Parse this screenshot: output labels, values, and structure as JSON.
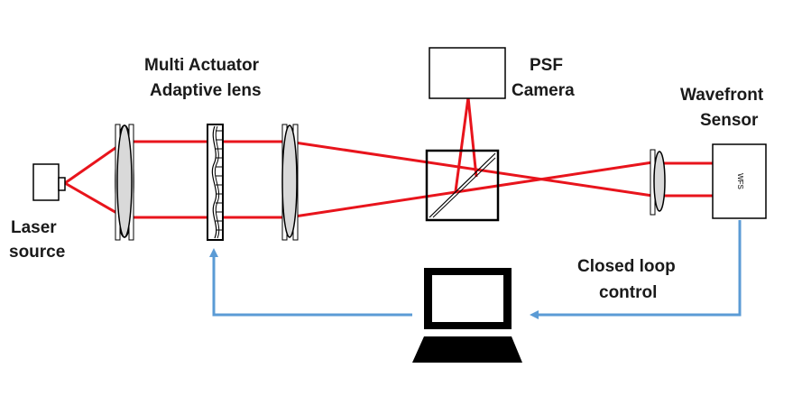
{
  "labels": {
    "laser_line1": "Laser",
    "laser_line2": "source",
    "lens_line1": "Multi Actuator",
    "lens_line2": "Adaptive lens",
    "psf_line1": "PSF",
    "psf_line2": "Camera",
    "wfs_line1": "Wavefront",
    "wfs_line2": "Sensor",
    "wfs_box": "WFS",
    "loop_line1": "Closed loop",
    "loop_line2": "control"
  },
  "colors": {
    "beam": "#e8141c",
    "feedback": "#5b9bd5",
    "lens_fill": "#d9d9d9",
    "outline": "#000000"
  }
}
